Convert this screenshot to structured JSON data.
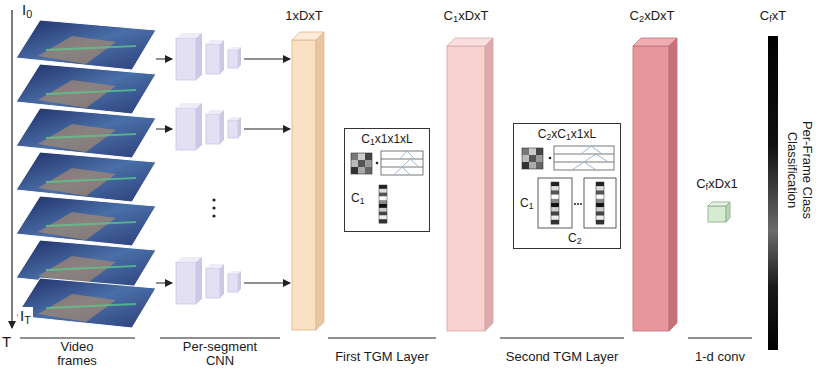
{
  "diagram": {
    "nodes": [
      {
        "text": [
          "C1x1x1xL",
          "C1"
        ]
      },
      {
        "text": [
          "C2xC1x1xL",
          "C1",
          "C2"
        ]
      }
    ],
    "labels": [
      "I0",
      "IT",
      "T",
      "1xDxT",
      "C1xDxT",
      "C2xDxT",
      "CfxT",
      "CfxDx1",
      "Per-Frame Class Classification",
      "Video frames",
      "Per-segment CNN",
      "First TGM Layer",
      "Second TGM Layer",
      "1-d conv"
    ]
  }
}
